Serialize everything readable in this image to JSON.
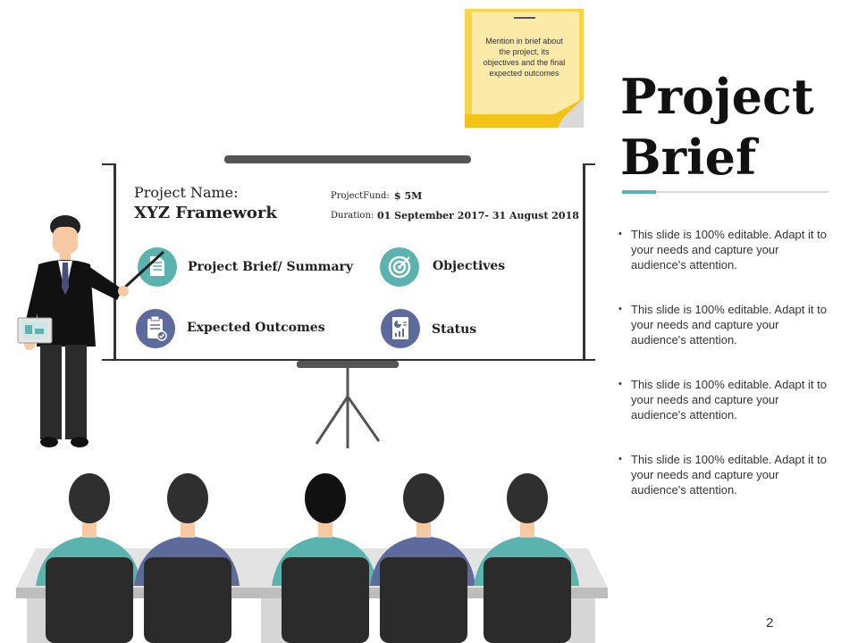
{
  "slide": {
    "title_line1": "Project",
    "title_line2": "Brief",
    "page_number": "2"
  },
  "sticky_note": {
    "text": "Mention in brief about the project, its objectives and the final expected outcomes"
  },
  "board": {
    "project_name_label": "Project Name:",
    "project_name_value": "XYZ Framework",
    "fund_label": "ProjectFund:",
    "fund_value": "$ 5M",
    "duration_label": "Duration:",
    "duration_value": "01 September 2017- 31 August 2018",
    "items": [
      {
        "label": "Project Brief/ Summary",
        "icon": "document-icon",
        "color": "#5ab3ae"
      },
      {
        "label": "Objectives",
        "icon": "target-icon",
        "color": "#5ab3ae"
      },
      {
        "label": "Expected Outcomes",
        "icon": "clipboard-check-icon",
        "color": "#5d6a9c"
      },
      {
        "label": "Status",
        "icon": "report-chart-icon",
        "color": "#5d6a9c"
      }
    ]
  },
  "bullets": [
    "This slide is 100% editable. Adapt it to your needs and capture your audience's attention.",
    "This slide is 100% editable. Adapt it to your needs and capture your audience's attention.",
    "This slide is 100% editable. Adapt it to your needs and capture your audience's attention.",
    "This slide is 100% editable. Adapt it to your needs and capture your audience's attention."
  ],
  "colors": {
    "teal": "#5ab3ae",
    "purple": "#5d6a9c",
    "sticky_yellow": "#fbd444",
    "sticky_face": "#fbeaa8"
  }
}
